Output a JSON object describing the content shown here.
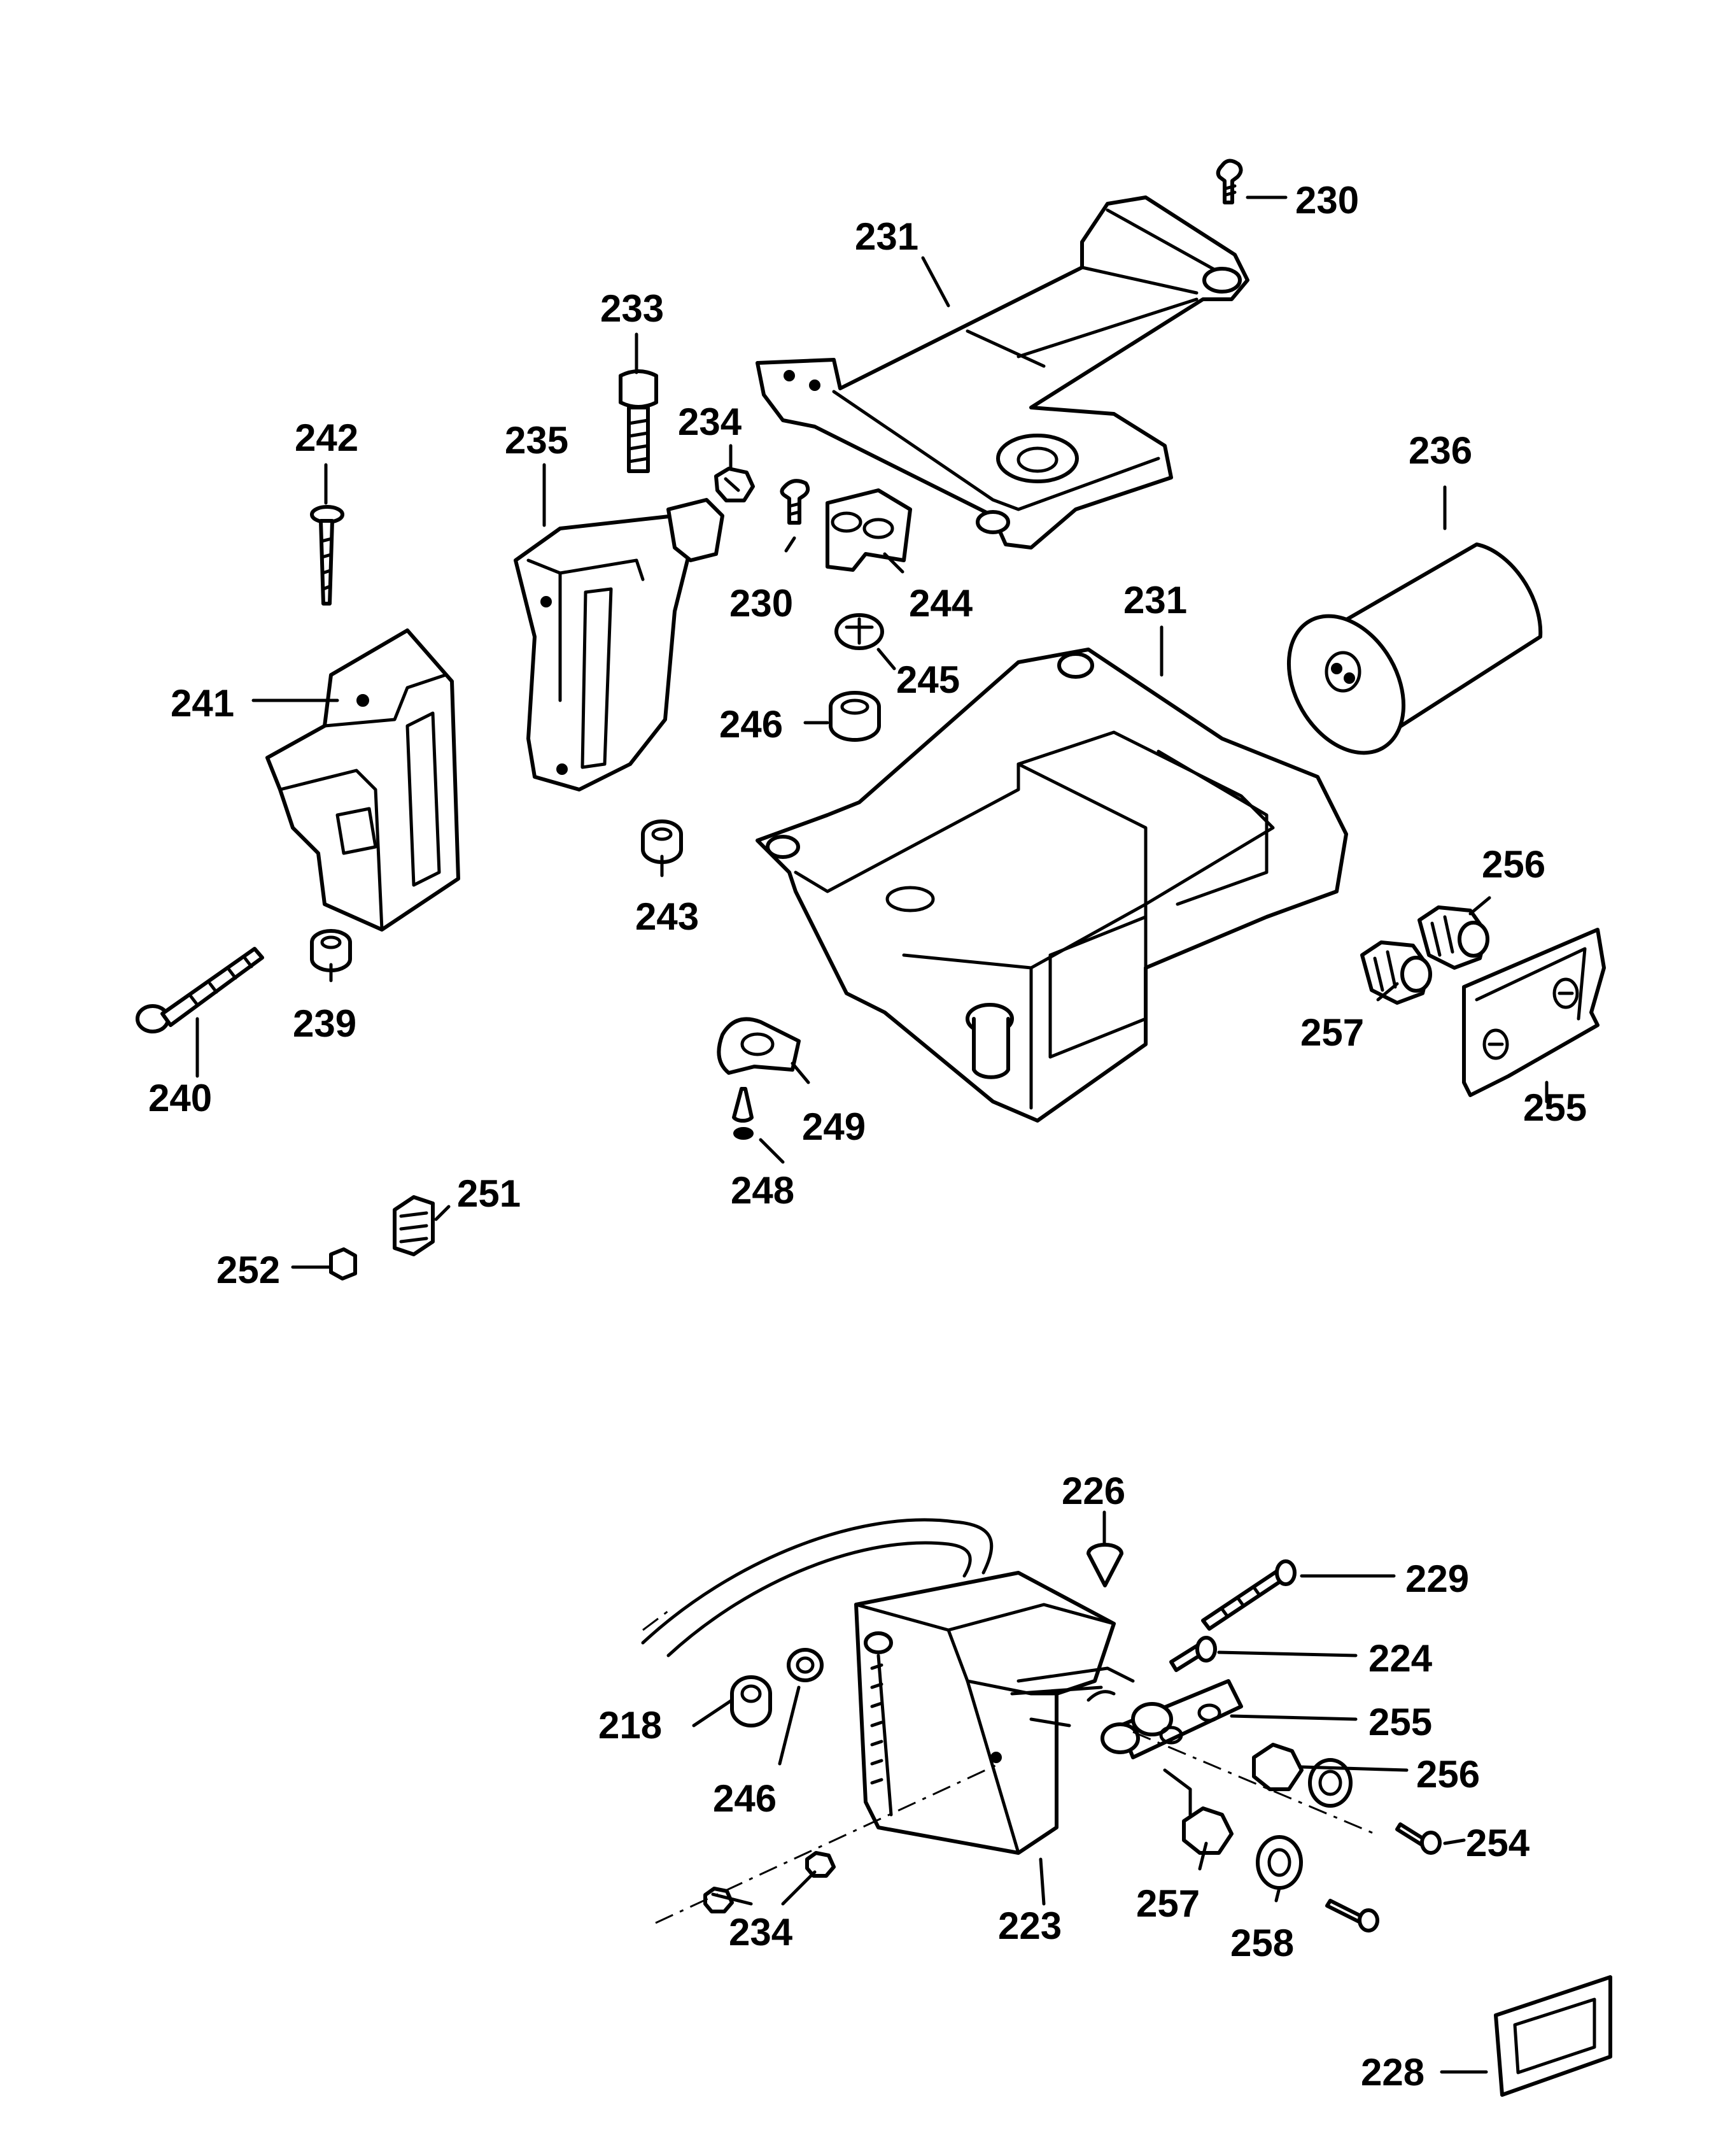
{
  "callouts": {
    "c230a": "230",
    "c231a": "231",
    "c233": "233",
    "c234a": "234",
    "c235": "235",
    "c242": "242",
    "c236": "236",
    "c230b": "230",
    "c244": "244",
    "c231b": "231",
    "c241": "241",
    "c245": "245",
    "c246a": "246",
    "c256a": "256",
    "c243": "243",
    "c257a": "257",
    "c239": "239",
    "c255a": "255",
    "c240": "240",
    "c249": "249",
    "c248": "248",
    "c251": "251",
    "c252": "252",
    "c226": "226",
    "c229": "229",
    "c224": "224",
    "c218": "218",
    "c255b": "255",
    "c246b": "246",
    "c256b": "256",
    "c254": "254",
    "c257b": "257",
    "c234b": "234",
    "c223": "223",
    "c258": "258",
    "c228": "228"
  }
}
